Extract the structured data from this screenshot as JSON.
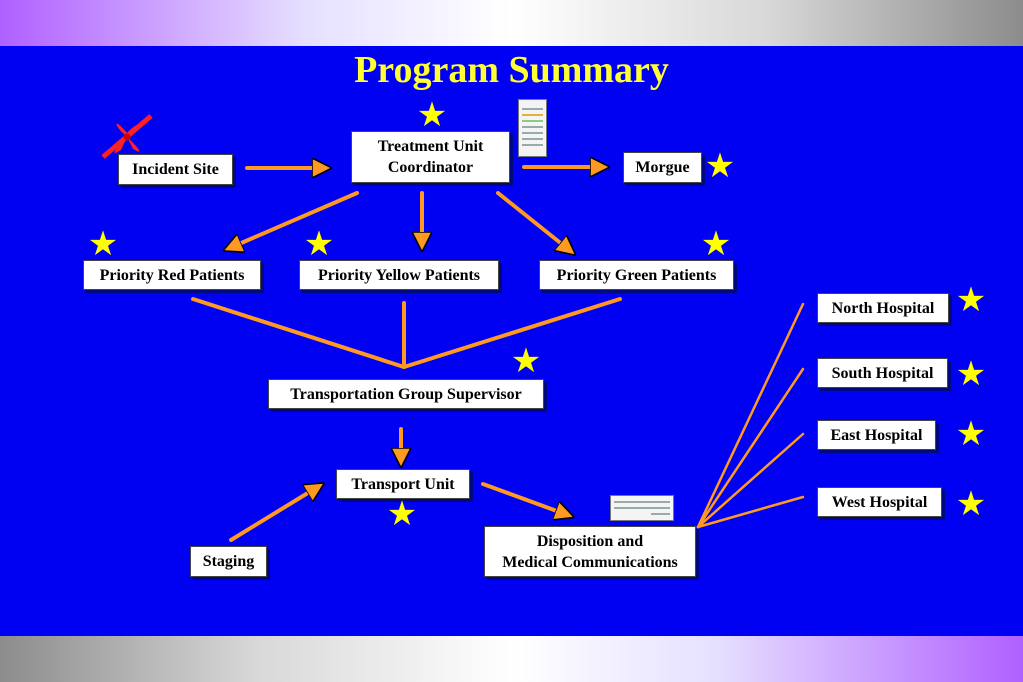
{
  "title": "Program Summary",
  "nodes": {
    "incident_site": "Incident Site",
    "treatment_unit_coordinator": "Treatment Unit\nCoordinator",
    "morgue": "Morgue",
    "priority_red": "Priority Red Patients",
    "priority_yellow": "Priority Yellow Patients",
    "priority_green": "Priority Green Patients",
    "transportation_group_supervisor": "Transportation Group Supervisor",
    "transport_unit": "Transport Unit",
    "staging": "Staging",
    "disposition": "Disposition and\nMedical Communications",
    "north_hospital": "North Hospital",
    "south_hospital": "South Hospital",
    "east_hospital": "East Hospital",
    "west_hospital": "West Hospital"
  },
  "colors": {
    "background": "#0000f2",
    "title": "#ffff33",
    "arrow": "#ff9922",
    "star": "#ffff00",
    "ribbon": "#ff2020"
  },
  "icons": {
    "star": "★"
  }
}
